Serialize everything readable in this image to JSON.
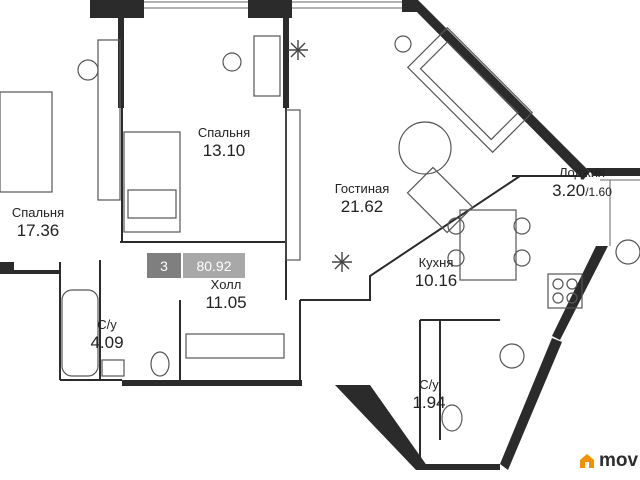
{
  "rooms": {
    "bedroom_left": {
      "name": "Спальня",
      "area": "17.36"
    },
    "bedroom_center": {
      "name": "Спальня",
      "area": "13.10"
    },
    "living": {
      "name": "Гостиная",
      "area": "21.62"
    },
    "loggia": {
      "name": "Лоджия",
      "area": "3.20",
      "area_sub": "/1.60"
    },
    "kitchen": {
      "name": "Кухня",
      "area": "10.16"
    },
    "hall": {
      "name": "Холл",
      "area": "11.05"
    },
    "bathroom": {
      "name": "С/у",
      "area": "4.09"
    },
    "toilet": {
      "name": "С/у",
      "area": "1.94"
    }
  },
  "summary": {
    "rooms_count": "3",
    "total_area": "80.92"
  },
  "brand": {
    "name": "mov",
    "accent": "#f29100",
    "icon": "house-icon"
  },
  "colors": {
    "wall": "#2b2b2b",
    "furniture": "#555555"
  }
}
